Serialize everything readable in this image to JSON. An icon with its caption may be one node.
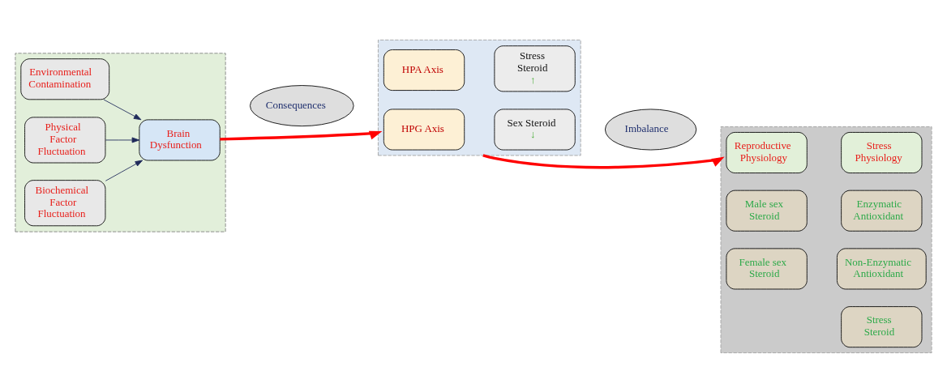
{
  "diagram": {
    "nodes": [
      {
        "text": [],
        "shape": "box"
      },
      {
        "text": [
          "Environmental Contamination"
        ],
        "in": 0
      },
      {
        "text": [
          "Physical Factor Fluctuation"
        ],
        "in": 0
      },
      {
        "text": [
          "Biochemical Factor Fluctuation"
        ],
        "in": 0
      },
      {
        "text": [
          "Brain Dysfunction"
        ],
        "in": 0
      },
      {
        "text": [
          "Consequences"
        ]
      },
      {
        "text": [],
        "shape": "box"
      },
      {
        "text": [
          "HPG Axis"
        ],
        "in": 6
      },
      {
        "text": [
          "Sex Steroid",
          "↓"
        ],
        "in": 6
      },
      {
        "text": [
          "HPA Axis"
        ],
        "in": 6
      },
      {
        "text": [
          "Stress Steroid",
          "↑"
        ],
        "in": 6
      },
      {
        "text": [
          "Imbalance"
        ]
      },
      {
        "text": [],
        "shape": "box"
      },
      {
        "text": [
          "Reproductive Physiology"
        ],
        "in": 12
      },
      {
        "text": [
          "Stress Physiology"
        ],
        "in": 12
      },
      {
        "text": [
          "Male sex Steroid"
        ],
        "in": 12
      },
      {
        "text": [
          "Enzymatic Antioxidant"
        ],
        "in": 12
      },
      {
        "text": [
          "Female sex Steroid"
        ],
        "in": 12
      },
      {
        "text": [
          "Non-Enzymatic Antioxidant"
        ],
        "in": 12
      },
      {
        "text": [
          "Stress Steroid"
        ],
        "in": 12
      }
    ],
    "edges": [
      {
        "from": 1,
        "to": 4,
        "arrow": "to"
      },
      {
        "from": 2,
        "to": 4,
        "arrow": "to"
      },
      {
        "from": 3,
        "to": 4,
        "arrow": "to"
      },
      {
        "from": 4,
        "to": 6,
        "arrow": "to",
        "style": "thick",
        "color": "#ff0000"
      },
      {
        "from": 6,
        "to": 12,
        "arrow": "to",
        "style": "thick",
        "color": "#ff0000"
      }
    ]
  }
}
